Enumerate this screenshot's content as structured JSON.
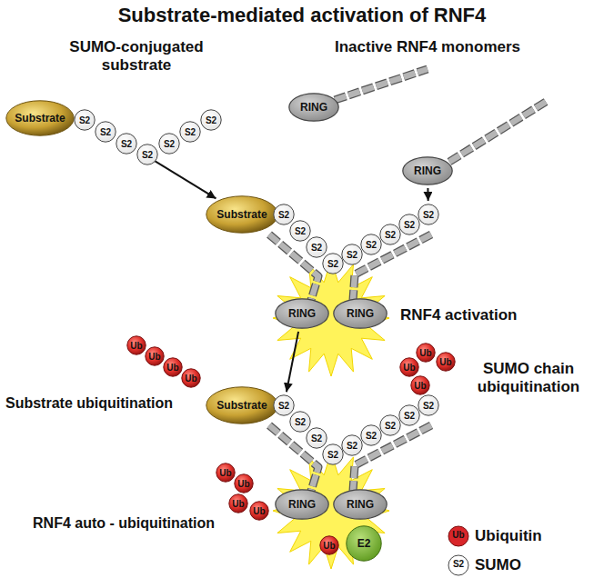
{
  "diagram": {
    "title": "Substrate-mediated activation of RNF4",
    "nodes": [
      {
        "text": [
          "Substrate"
        ]
      },
      {
        "text": [
          "S2"
        ]
      },
      {
        "text": [
          "S2"
        ]
      },
      {
        "text": [
          "S2"
        ]
      },
      {
        "text": [
          "S2"
        ]
      },
      {
        "text": [
          "S2"
        ]
      },
      {
        "text": [
          "S2"
        ]
      },
      {
        "text": [
          "S2"
        ]
      },
      {
        "text": [
          "RING"
        ]
      },
      {
        "text": [
          "RING"
        ]
      },
      {
        "text": [
          "Substrate"
        ]
      },
      {
        "text": [
          "S2"
        ]
      },
      {
        "text": [
          "S2"
        ]
      },
      {
        "text": [
          "S2"
        ]
      },
      {
        "text": [
          "S2"
        ]
      },
      {
        "text": [
          "S2"
        ]
      },
      {
        "text": [
          "S2"
        ]
      },
      {
        "text": [
          "S2"
        ]
      },
      {
        "text": [
          "S2"
        ]
      },
      {
        "text": [
          "S2"
        ]
      },
      {
        "text": [
          "RING"
        ]
      },
      {
        "text": [
          "RING"
        ]
      },
      {
        "text": [
          "Ub"
        ]
      },
      {
        "text": [
          "Ub"
        ]
      },
      {
        "text": [
          "Ub"
        ]
      },
      {
        "text": [
          "Ub"
        ]
      },
      {
        "text": [
          "Substrate"
        ]
      },
      {
        "text": [
          "Ub"
        ]
      },
      {
        "text": [
          "Ub"
        ]
      },
      {
        "text": [
          "Ub"
        ]
      },
      {
        "text": [
          "Ub"
        ]
      },
      {
        "text": [
          "S2"
        ]
      },
      {
        "text": [
          "S2"
        ]
      },
      {
        "text": [
          "S2"
        ]
      },
      {
        "text": [
          "S2"
        ]
      },
      {
        "text": [
          "S2"
        ]
      },
      {
        "text": [
          "S2"
        ]
      },
      {
        "text": [
          "S2"
        ]
      },
      {
        "text": [
          "S2"
        ]
      },
      {
        "text": [
          "S2"
        ]
      },
      {
        "text": [
          "Ub"
        ]
      },
      {
        "text": [
          "Ub"
        ]
      },
      {
        "text": [
          "Ub"
        ]
      },
      {
        "text": [
          "Ub"
        ]
      },
      {
        "text": [
          "RING"
        ]
      },
      {
        "text": [
          "RING"
        ]
      },
      {
        "text": [
          "E2"
        ]
      },
      {
        "text": [
          "Ub"
        ]
      }
    ],
    "edges": [
      {
        "from": 3,
        "to": 10,
        "arrow": "to"
      },
      {
        "from": 9,
        "to": 19,
        "arrow": "to"
      },
      {
        "from": 20,
        "to": 31,
        "arrow": "to"
      }
    ],
    "labels": [
      "SUMO-conjugated substrate",
      "Inactive RNF4 monomers",
      "RNF4 activation",
      "Substrate ubiquitination",
      "SUMO chain ubiquitination",
      "RNF4 auto - ubiquitination",
      "Ub",
      "S2"
    ],
    "legend": [
      {
        "text": "Ubiquitin",
        "color": "#d9262a"
      },
      {
        "text": "SUMO",
        "color": "#ffffff"
      }
    ]
  }
}
